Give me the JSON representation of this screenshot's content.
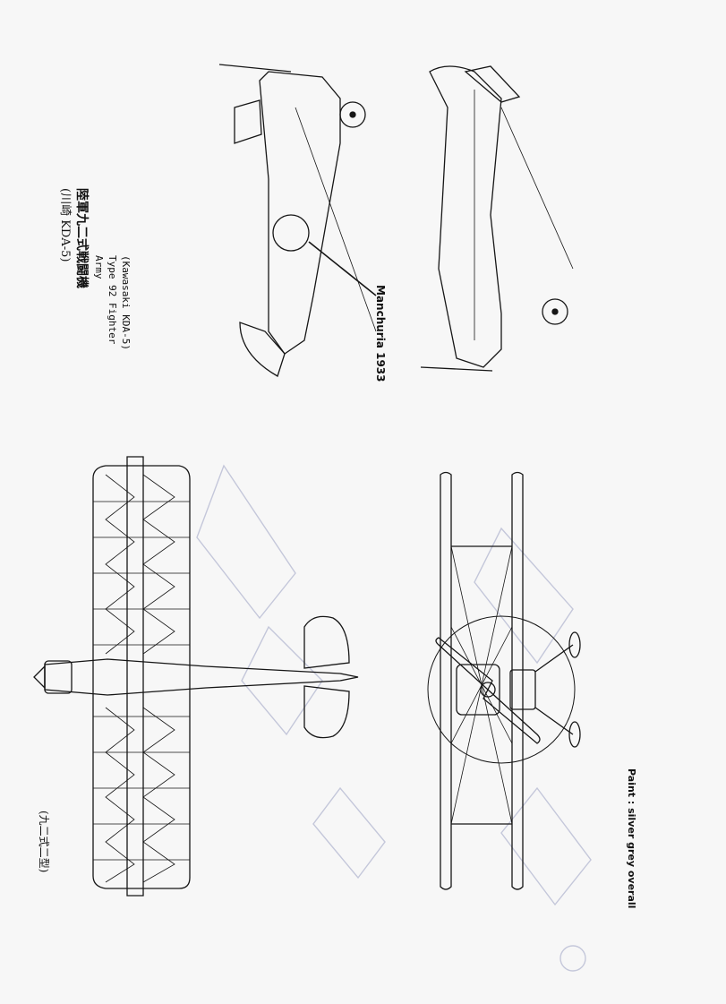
{
  "sheet": {
    "title_jp": "陸軍九二式戦闘機",
    "subtitle_jp": "(川崎 KDA-5)",
    "service": "Army",
    "type_name": "Type 92 Fighter",
    "maker_model": "(Kawasaki KDA-5)",
    "variant_label": "(九二式二型)",
    "callout": "Manchuria 1933",
    "paint_note": "Paint : silver grey overall"
  },
  "colors": {
    "paper": "#f7f7f7",
    "ink": "#161616",
    "bleed": "#b8bcd2"
  }
}
